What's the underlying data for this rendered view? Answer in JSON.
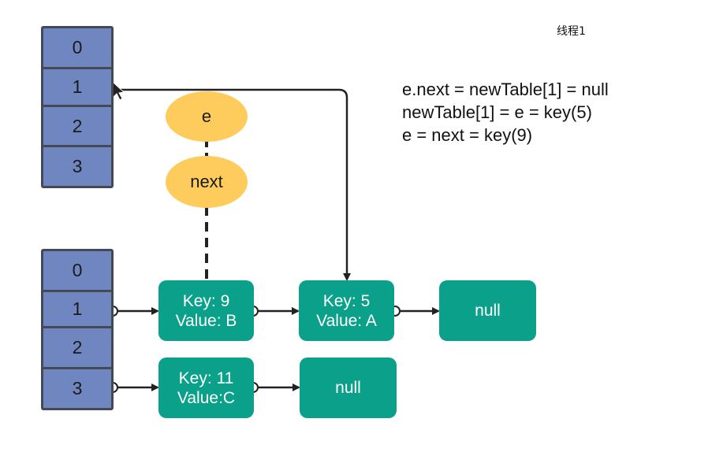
{
  "thread_label": "线程1",
  "code_lines": [
    "e.next = newTable[1] = null",
    "newTable[1] = e = key(5)",
    "e = next = key(9)"
  ],
  "new_table": {
    "buckets": [
      "0",
      "1",
      "2",
      "3"
    ]
  },
  "old_table": {
    "buckets": [
      "0",
      "1",
      "2",
      "3"
    ]
  },
  "pointers": {
    "e": "e",
    "next": "next"
  },
  "nodes": {
    "key9": {
      "key": "Key: 9",
      "value": "Value: B"
    },
    "key5": {
      "key": "Key: 5",
      "value": "Value: A"
    },
    "null1": {
      "label": "null"
    },
    "key11": {
      "key": "Key: 11",
      "value": "Value:C"
    },
    "null2": {
      "label": "null"
    }
  },
  "colors": {
    "bucket": "#6f86c0",
    "bucket_border": "#444a55",
    "node": "#0aa08a",
    "pointer": "#fecc5c",
    "arrow": "#222222"
  }
}
